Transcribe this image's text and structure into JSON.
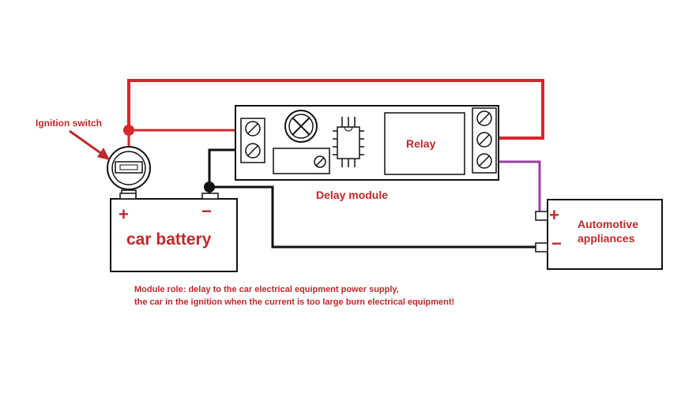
{
  "ignition_switch": {
    "label": "Ignition switch"
  },
  "delay_module": {
    "label": "Delay module",
    "relay_label": "Relay"
  },
  "battery": {
    "label": "car battery",
    "positive": "+",
    "negative": "−"
  },
  "appliances": {
    "label": "Automotive appliances",
    "positive": "+",
    "negative": "−"
  },
  "note": {
    "line1": "Module role: delay to the car electrical equipment power supply,",
    "line2": "the car in the ignition when the current is too large  burn electrical equipment!"
  },
  "colors": {
    "positive_wire": "#d6262b",
    "negative_wire": "#111111",
    "switched_wire": "#9b3fa0",
    "label_text": "#c0282a"
  }
}
